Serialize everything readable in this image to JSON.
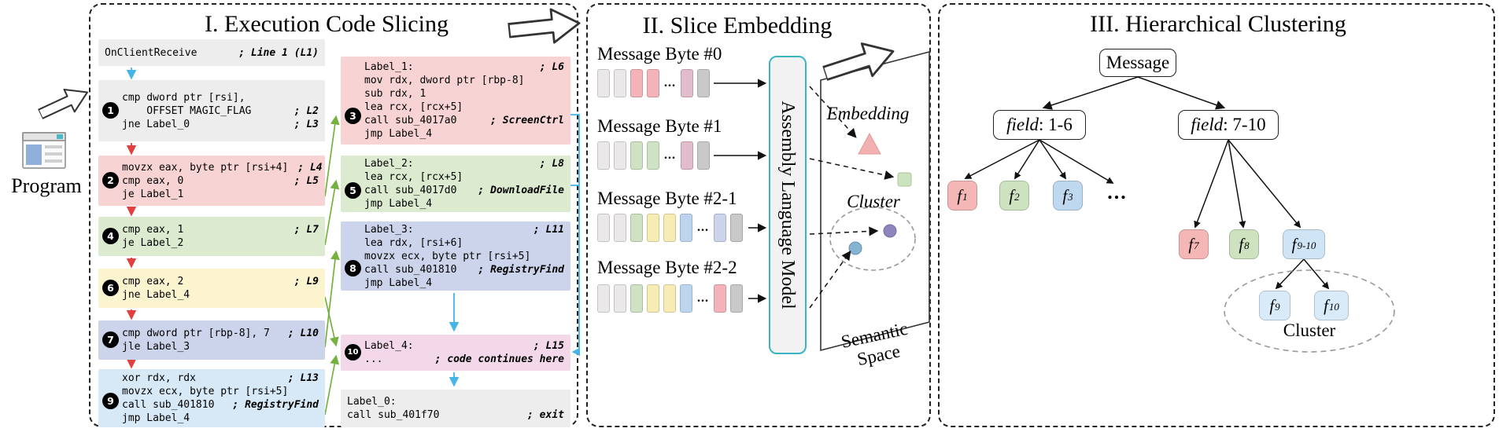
{
  "program": {
    "label": "Program"
  },
  "panel1": {
    "title": "I. Execution Code Slicing",
    "left_blocks": [
      {
        "badge": "",
        "color": "#ededed",
        "lines": [
          {
            "code": "OnClientReceive",
            "comment": "; Line 1 (L1)"
          }
        ]
      },
      {
        "badge": "1",
        "color": "#ededed",
        "lines": [
          {
            "code": "cmp dword ptr [rsi],",
            "comment": ""
          },
          {
            "code": "    OFFSET MAGIC_FLAG",
            "comment": "; L2"
          },
          {
            "code": "jne Label_0",
            "comment": "; L3"
          }
        ]
      },
      {
        "badge": "2",
        "color": "#f7d4d3",
        "lines": [
          {
            "code": "movzx eax, byte ptr [rsi+4]",
            "comment": "; L4"
          },
          {
            "code": "cmp eax, 0",
            "comment": "; L5"
          },
          {
            "code": "je Label_1",
            "comment": ""
          }
        ]
      },
      {
        "badge": "4",
        "color": "#dcead0",
        "lines": [
          {
            "code": "cmp eax, 1",
            "comment": "; L7"
          },
          {
            "code": "je Label_2",
            "comment": ""
          }
        ]
      },
      {
        "badge": "6",
        "color": "#fcf3cf",
        "lines": [
          {
            "code": "cmp eax, 2",
            "comment": "; L9"
          },
          {
            "code": "jne Label_4",
            "comment": ""
          }
        ]
      },
      {
        "badge": "7",
        "color": "#ccd4eb",
        "lines": [
          {
            "code": "cmp dword ptr [rbp-8], 7",
            "comment": "; L10"
          },
          {
            "code": "jle Label_3",
            "comment": ""
          }
        ]
      },
      {
        "badge": "9",
        "color": "#d7e9f6",
        "lines": [
          {
            "code": "xor rdx, rdx",
            "comment": "; L13"
          },
          {
            "code": "movzx ecx, byte ptr [rsi+5]",
            "comment": ""
          },
          {
            "code": "call sub_401810",
            "comment": "; RegistryFind"
          },
          {
            "code": "jmp Label_4",
            "comment": ""
          }
        ]
      }
    ],
    "right_blocks": [
      {
        "badge": "3",
        "color": "#f7d4d3",
        "lines": [
          {
            "code": "Label_1:",
            "comment": "; L6"
          },
          {
            "code": "mov rdx, dword ptr [rbp-8]",
            "comment": ""
          },
          {
            "code": "sub rdx, 1",
            "comment": ""
          },
          {
            "code": "lea rcx, [rcx+5]",
            "comment": ""
          },
          {
            "code": "call sub_4017a0",
            "comment": "; ScreenCtrl"
          },
          {
            "code": "jmp Label_4",
            "comment": ""
          }
        ]
      },
      {
        "badge": "5",
        "color": "#dcead0",
        "lines": [
          {
            "code": "Label_2:",
            "comment": "; L8"
          },
          {
            "code": "lea rcx, [rcx+5]",
            "comment": ""
          },
          {
            "code": "call sub_4017d0",
            "comment": "; DownloadFile"
          },
          {
            "code": "jmp Label_4",
            "comment": ""
          }
        ]
      },
      {
        "badge": "8",
        "color": "#ccd4eb",
        "lines": [
          {
            "code": "Label_3:",
            "comment": "; L11"
          },
          {
            "code": "lea rdx, [rsi+6]",
            "comment": ""
          },
          {
            "code": "movzx ecx, byte ptr [rsi+5]",
            "comment": ""
          },
          {
            "code": "call sub_401810",
            "comment": "; RegistryFind"
          },
          {
            "code": "jmp Label_4",
            "comment": ""
          }
        ]
      },
      {
        "badge": "10",
        "color": "#f2d8e8",
        "lines": [
          {
            "code": "Label_4:",
            "comment": "; L15"
          },
          {
            "code": "...",
            "comment": "; code continues here"
          }
        ]
      },
      {
        "badge": "",
        "color": "#ededed",
        "lines": [
          {
            "code": "Label_0:",
            "comment": ""
          },
          {
            "code": "call sub_401f70",
            "comment": "; exit"
          }
        ]
      }
    ]
  },
  "panel2": {
    "title": "II. Slice Embedding",
    "rows": [
      {
        "label": "Message Byte #0",
        "cells": [
          "#eae8e8",
          "#eae8e8",
          "#f4b3b8",
          "#f4b3b8",
          "...",
          "#e2bcca",
          "#c9c9c9"
        ]
      },
      {
        "label": "Message Byte #1",
        "cells": [
          "#eae8e8",
          "#eae8e8",
          "#cfe2c3",
          "#cfe2c3",
          "...",
          "#e2bcca",
          "#c9c9c9"
        ]
      },
      {
        "label": "Message Byte #2-1",
        "cells": [
          "#eae8e8",
          "#eae8e8",
          "#cfe2c3",
          "#f6ecb4",
          "#f6ecb4",
          "#bcd4ee",
          "...",
          "#ccd4eb",
          "#c9c9c9"
        ]
      },
      {
        "label": "Message Byte #2-2",
        "cells": [
          "#eae8e8",
          "#eae8e8",
          "#cfe2c3",
          "#f6ecb4",
          "#f6ecb4",
          "#bcd4ee",
          "...",
          "#f4b3b8",
          "#c9c9c9"
        ]
      }
    ],
    "model_label": "Assembly Language Model",
    "embedding_label": "Embedding",
    "cluster_label": "Cluster",
    "space_label": "Semantic Space"
  },
  "panel3": {
    "title": "III. Hierarchical Clustering",
    "root_label": "Message",
    "fields": [
      {
        "italic": "field",
        "rest": ": 1-6"
      },
      {
        "italic": "field",
        "rest": ": 7-10"
      }
    ],
    "ellipsis": "...",
    "leaves": [
      {
        "base": "f",
        "sub": "1",
        "color": "#f5b6b6"
      },
      {
        "base": "f",
        "sub": "2",
        "color": "#cde3c0"
      },
      {
        "base": "f",
        "sub": "3",
        "color": "#bed8f0"
      },
      {
        "base": "f",
        "sub": "7",
        "color": "#f5b6b6"
      },
      {
        "base": "f",
        "sub": "8",
        "color": "#cde3c0"
      },
      {
        "base": "f",
        "sub": "9-10",
        "color": "#cfe4f5"
      },
      {
        "base": "f",
        "sub": "9",
        "color": "#d9ebf8"
      },
      {
        "base": "f",
        "sub": "10",
        "color": "#d9ebf8"
      }
    ],
    "cluster_label": "Cluster"
  }
}
